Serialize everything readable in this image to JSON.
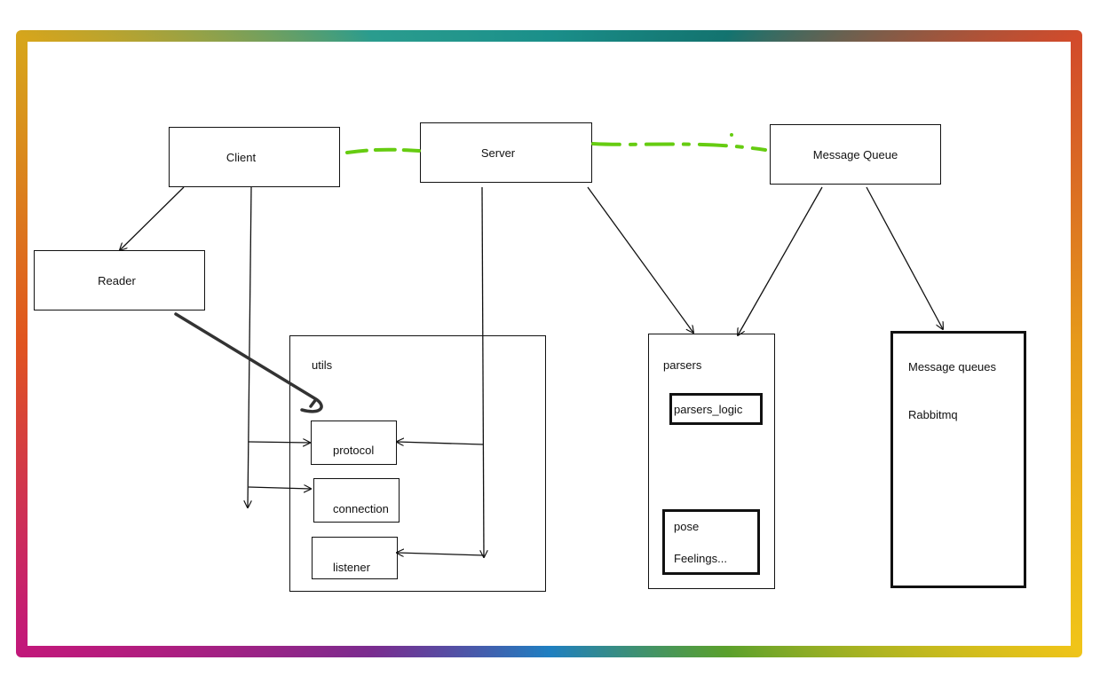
{
  "nodes": {
    "client": "Client",
    "server": "Server",
    "message_queue": "Message Queue",
    "reader": "Reader",
    "utils": "utils",
    "protocol": "protocol",
    "connection": "connection",
    "listener": "listener",
    "parsers": "parsers",
    "parsers_logic": "parsers_logic",
    "pose": "pose",
    "feelings": "Feelings...",
    "message_queues": "Message queues",
    "rabbitmq": "Rabbitmq"
  },
  "colors": {
    "dashed_link": "#66cc11",
    "stroke": "#111111"
  }
}
